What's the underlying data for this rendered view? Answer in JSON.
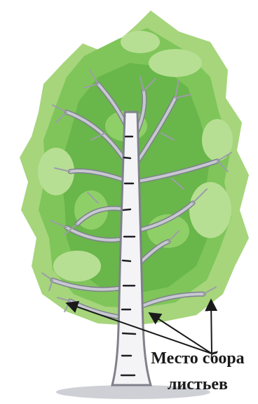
{
  "figure": {
    "subject": "birch-tree",
    "callout_line1": "Место сбора",
    "callout_line2": "листьев"
  },
  "colors": {
    "foliage_light": "#a6d57c",
    "foliage_mid": "#7fc55a",
    "foliage_dark": "#58aa40",
    "bark": "#c7c9d1",
    "bark_outline": "#7f818c",
    "arrow": "#1a1a1a",
    "ground": "#cfd0d6"
  },
  "icons": [
    "arrow-icon"
  ]
}
